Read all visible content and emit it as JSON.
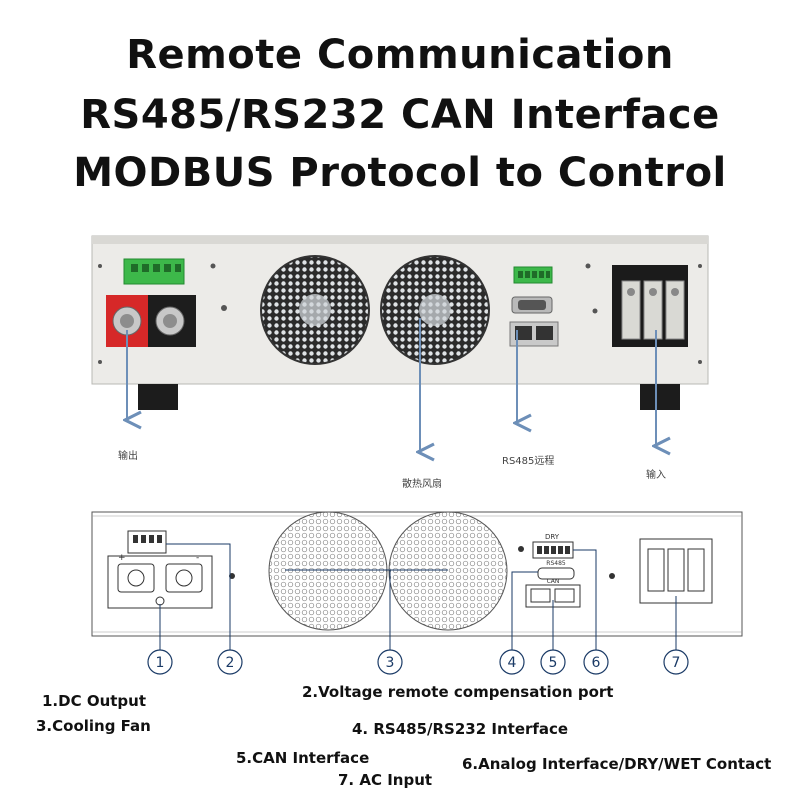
{
  "heading": {
    "line1": "Remote Communication",
    "line2": "RS485/RS232 CAN Interface",
    "line3": "MODBUS Protocol to Control"
  },
  "photo_labels": {
    "output": "输出",
    "fan": "散热风扇",
    "rs485": "RS485远程",
    "input": "输入"
  },
  "diagram": {
    "port_labels": {
      "dry": "DRY",
      "rs485": "RS485",
      "can": "CAN",
      "plus": "+",
      "minus": "-"
    },
    "callouts": [
      "1",
      "2",
      "3",
      "4",
      "5",
      "6",
      "7"
    ]
  },
  "legend": {
    "item1": "1.DC Output",
    "item2": "2.Voltage remote compensation port",
    "item3": "3.Cooling Fan",
    "item4": "4. RS485/RS232 Interface",
    "item5": "5.CAN Interface",
    "item6": "6.Analog Interface/DRY/WET Contact",
    "item7": "7. AC Input"
  },
  "colors": {
    "accent": "#1a3a66",
    "arrow": "#5a7fae",
    "green_terminal": "#3db84a",
    "red_terminal": "#d62828"
  }
}
